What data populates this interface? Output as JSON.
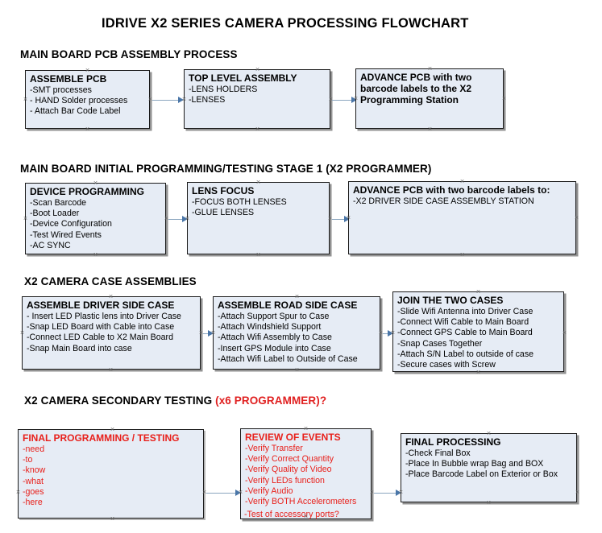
{
  "document": {
    "title": "IDRIVE X2  SERIES CAMERA PROCESSING FLOWCHART"
  },
  "theme": {
    "node_fill": "#e6ecf5",
    "node_border": "#1a1a1a",
    "connector_line": "#8ba6bf",
    "connector_arrow": "#4a76a8",
    "accent_red": "#e8201b",
    "text": "#000000"
  },
  "sections": [
    {
      "id": "main-board-pcb-assembly",
      "heading": "MAIN BOARD PCB ASSEMBLY PROCESS",
      "heading_accent": "",
      "nodes": [
        {
          "id": "assemble-pcb",
          "title": "ASSEMBLE PCB",
          "lines": [
            "-SMT processes",
            "- HAND Solder processes",
            "- Attach Bar Code Label"
          ]
        },
        {
          "id": "top-level-assembly",
          "title": "TOP LEVEL ASSEMBLY",
          "lines": [
            "-LENS HOLDERS",
            "-LENSES"
          ]
        },
        {
          "id": "advance-pcb-programming-station",
          "title": "ADVANCE PCB with two barcode labels to the  X2 Programming Station",
          "lines": []
        }
      ]
    },
    {
      "id": "main-board-initial-programming",
      "heading": "MAIN BOARD INITIAL PROGRAMMING/TESTING STAGE 1 (X2 PROGRAMMER)",
      "heading_accent": "",
      "nodes": [
        {
          "id": "device-programming",
          "title": "DEVICE PROGRAMMING",
          "lines": [
            "-Scan Barcode",
            "-Boot Loader",
            "-Device Configuration",
            "-Test Wired Events",
            "-AC SYNC"
          ]
        },
        {
          "id": "lens-focus",
          "title": "LENS FOCUS",
          "lines": [
            "-FOCUS BOTH LENSES",
            "-GLUE LENSES"
          ]
        },
        {
          "id": "advance-pcb-driver-side-case",
          "title": "ADVANCE PCB with two barcode labels to:",
          "lines": [
            "-X2 DRIVER  SIDE  CASE  ASSEMBLY STATION"
          ]
        }
      ]
    },
    {
      "id": "x2-camera-case-assemblies",
      "heading": "X2 CAMERA CASE ASSEMBLIES",
      "heading_accent": "",
      "nodes": [
        {
          "id": "assemble-driver-side-case",
          "title": "ASSEMBLE DRIVER SIDE CASE",
          "lines": [
            "- Insert LED Plastic lens into Driver Case",
            "-Snap LED Board with Cable into Case",
            "-Connect LED Cable to X2 Main Board",
            "-Snap Main Board into case"
          ]
        },
        {
          "id": "assemble-road-side-case",
          "title": "ASSEMBLE ROAD SIDE CASE",
          "lines": [
            "-Attach Support Spur to Case",
            "-Attach Windshield Support",
            "-Attach Wifi Assembly to Case",
            "-Insert GPS Module into Case",
            "-Attach Wifi Label to Outside of Case"
          ]
        },
        {
          "id": "join-the-two-cases",
          "title": "JOIN THE TWO CASES",
          "lines": [
            "-Slide Wifi Antenna into Driver Case",
            "-Connect Wifi Cable to Main Board",
            "-Connect GPS Cable to Main Board",
            "-Snap Cases Together",
            "-Attach S/N Label to outside of case",
            "-Secure cases with Screw"
          ]
        }
      ]
    },
    {
      "id": "x2-camera-secondary-testing",
      "heading": "X2 CAMERA SECONDARY TESTING ",
      "heading_accent": "(x6 PROGRAMMER)?",
      "nodes": [
        {
          "id": "final-programming-testing",
          "title": "FINAL PROGRAMMING / TESTING",
          "lines": [
            "-need",
            "-to",
            "-know",
            "-what",
            "-goes",
            "-here"
          ]
        },
        {
          "id": "review-of-events",
          "title": "REVIEW OF EVENTS",
          "lines": [
            "-Verify Transfer",
            "-Verify Correct Quantity",
            "-Verify Quality of Video",
            "-Verify LEDs function",
            "-Verify Audio",
            "-Verify BOTH Accelerometers"
          ],
          "overflow_line": "-Test of accessory ports?"
        },
        {
          "id": "final-processing",
          "title": "FINAL PROCESSING",
          "lines": [
            "-Check Final Box",
            "-Place In Bubble wrap Bag and BOX",
            "-Place Barcode Label on Exterior or Box"
          ]
        }
      ]
    }
  ]
}
